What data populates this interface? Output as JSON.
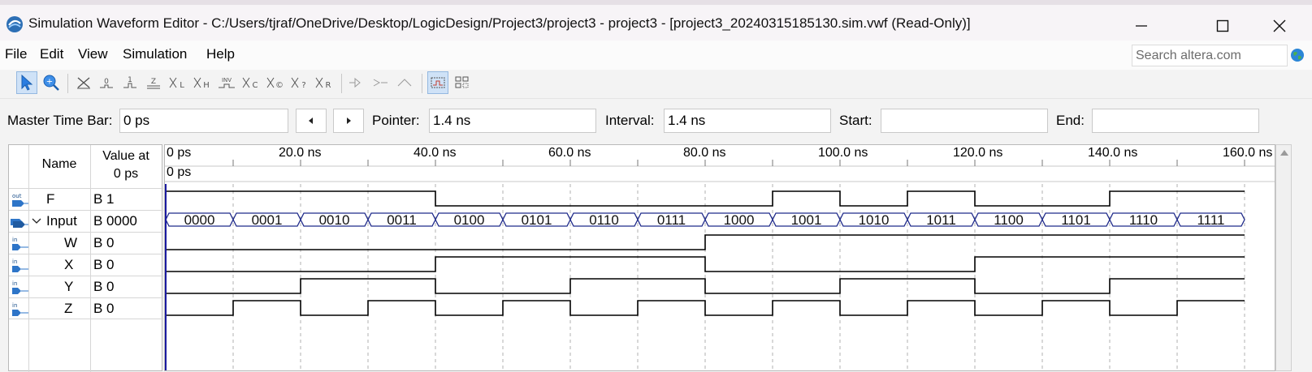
{
  "window": {
    "title": "Simulation Waveform Editor - C:/Users/tjraf/OneDrive/Desktop/LogicDesign/Project3/project3 - project3 - [project3_20240315185130.sim.vwf (Read-Only)]"
  },
  "menu": {
    "items": [
      "File",
      "Edit",
      "View",
      "Simulation",
      "Help"
    ],
    "search_placeholder": "Search altera.com"
  },
  "toolbar": {
    "icons": [
      "selection-tool-icon",
      "zoom-tool-icon",
      "forcing-unknown-icon",
      "forcing-low-icon",
      "forcing-high-icon",
      "high-impedance-icon",
      "weak-low-icon",
      "weak-high-icon",
      "invert-icon",
      "count-value-icon",
      "clock-icon",
      "arbitrary-value-icon",
      "random-value-icon",
      "snap-to-grid-icon",
      "sort-icon"
    ]
  },
  "timebar": {
    "master_label": "Master Time Bar:",
    "master_value": "0 ps",
    "pointer_label": "Pointer:",
    "pointer_value": "1.4 ns",
    "interval_label": "Interval:",
    "interval_value": "1.4 ns",
    "start_label": "Start:",
    "start_value": "",
    "end_label": "End:",
    "end_value": ""
  },
  "waveform": {
    "header_name": "Name",
    "header_value_line1": "Value at",
    "header_value_line2": "0 ps",
    "cursor_label": "0 ps",
    "time_labels": [
      "0 ps",
      "20.0 ns",
      "40.0 ns",
      "60.0 ns",
      "80.0 ns",
      "100.0 ns",
      "120.0 ns",
      "140.0 ns",
      "160.0 ns"
    ],
    "signals": [
      {
        "name": "F",
        "value": "B 1",
        "type": "out",
        "levels": [
          1,
          1,
          1,
          1,
          0,
          0,
          0,
          0,
          0,
          1,
          0,
          1,
          0,
          0,
          1,
          1
        ]
      },
      {
        "name": "Input",
        "value": "B 0000",
        "type": "bus",
        "expanded": true,
        "bus_values": [
          "0000",
          "0001",
          "0010",
          "0011",
          "0100",
          "0101",
          "0110",
          "0111",
          "1000",
          "1001",
          "1010",
          "1011",
          "1100",
          "1101",
          "1110",
          "1111"
        ]
      },
      {
        "name": "W",
        "value": "B 0",
        "type": "in",
        "levels": [
          0,
          0,
          0,
          0,
          0,
          0,
          0,
          0,
          1,
          1,
          1,
          1,
          1,
          1,
          1,
          1
        ]
      },
      {
        "name": "X",
        "value": "B 0",
        "type": "in",
        "levels": [
          0,
          0,
          0,
          0,
          1,
          1,
          1,
          1,
          0,
          0,
          0,
          0,
          1,
          1,
          1,
          1
        ]
      },
      {
        "name": "Y",
        "value": "B 0",
        "type": "in",
        "levels": [
          0,
          0,
          1,
          1,
          0,
          0,
          1,
          1,
          0,
          0,
          1,
          1,
          0,
          0,
          1,
          1
        ]
      },
      {
        "name": "Z",
        "value": "B 0",
        "type": "in",
        "levels": [
          0,
          1,
          0,
          1,
          0,
          1,
          0,
          1,
          0,
          1,
          0,
          1,
          0,
          1,
          0,
          1
        ]
      }
    ],
    "colors": {
      "wave": "#000000",
      "bus": "#1f2a8a",
      "cursor": "#1a1aa0",
      "grid": "#b0b0b0"
    }
  }
}
